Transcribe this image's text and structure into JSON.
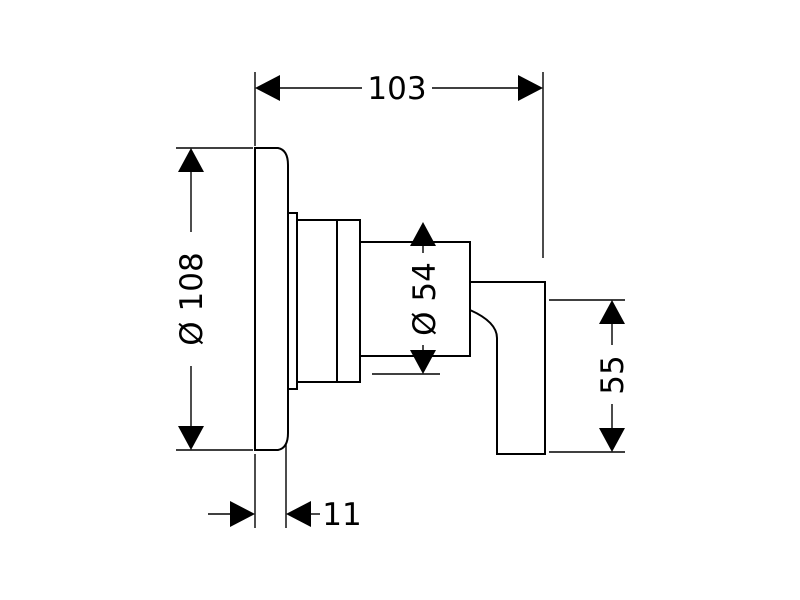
{
  "dimensions": {
    "overall_depth": "103",
    "rosette_diameter": "Ø 108",
    "body_diameter": "Ø 54",
    "lever_height": "55",
    "rosette_thickness": "11"
  }
}
